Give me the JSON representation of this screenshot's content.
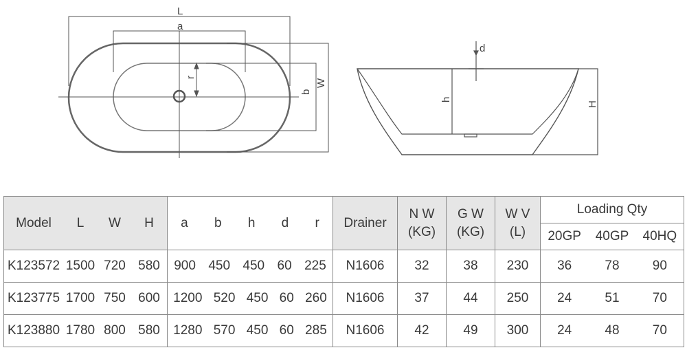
{
  "drawing": {
    "top_view_labels": {
      "L": "L",
      "a": "a",
      "r": "r",
      "b": "b",
      "W": "W"
    },
    "side_view_labels": {
      "d": "d",
      "h": "h",
      "H": "H"
    },
    "line_color": "#555555"
  },
  "table": {
    "header": {
      "model": "Model",
      "L": "L",
      "W": "W",
      "H": "H",
      "a": "a",
      "b": "b",
      "h": "h",
      "d": "d",
      "r": "r",
      "drainer": "Drainer",
      "nw_line1": "N W",
      "nw_line2": "(KG)",
      "gw_line1": "G W",
      "gw_line2": "(KG)",
      "wv_line1": "W V",
      "wv_line2": "(L)",
      "loading_qty": "Loading Qty",
      "gp20": "20GP",
      "gp40": "40GP",
      "hq40": "40HQ"
    },
    "rows": [
      {
        "model": "K123572",
        "L": "1500",
        "W": "720",
        "H": "580",
        "a": "900",
        "b": "450",
        "h": "450",
        "d": "60",
        "r": "225",
        "drainer": "N1606",
        "nw": "32",
        "gw": "38",
        "wv": "230",
        "gp20": "36",
        "gp40": "78",
        "hq40": "90"
      },
      {
        "model": "K123775",
        "L": "1700",
        "W": "750",
        "H": "600",
        "a": "1200",
        "b": "520",
        "h": "450",
        "d": "60",
        "r": "260",
        "drainer": "N1606",
        "nw": "37",
        "gw": "44",
        "wv": "250",
        "gp20": "24",
        "gp40": "51",
        "hq40": "70"
      },
      {
        "model": "K123880",
        "L": "1780",
        "W": "800",
        "H": "580",
        "a": "1280",
        "b": "570",
        "h": "450",
        "d": "60",
        "r": "285",
        "drainer": "N1606",
        "nw": "42",
        "gw": "49",
        "wv": "300",
        "gp20": "24",
        "gp40": "48",
        "hq40": "70"
      }
    ],
    "colors": {
      "header_fill": "#e6e6e6",
      "border": "#8a8a8a"
    }
  }
}
